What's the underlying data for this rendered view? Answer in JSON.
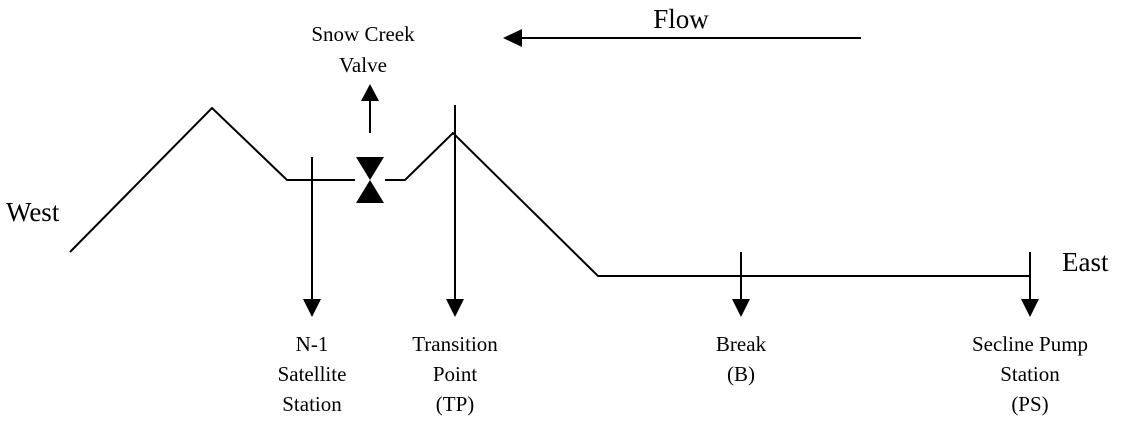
{
  "flow_label": "Flow",
  "valve": {
    "line1": "Snow Creek",
    "line2": "Valve"
  },
  "west_label": "West",
  "east_label": "East",
  "n1": {
    "line1": "N-1",
    "line2": "Satellite",
    "line3": "Station"
  },
  "tp": {
    "line1": "Transition",
    "line2": "Point",
    "line3": "(TP)"
  },
  "brk": {
    "line1": "Break",
    "line2": "(B)"
  },
  "ps": {
    "line1": "Secline Pump",
    "line2": "Station",
    "line3": "(PS)"
  },
  "colors": {
    "stroke": "#000000",
    "background": "#ffffff"
  }
}
